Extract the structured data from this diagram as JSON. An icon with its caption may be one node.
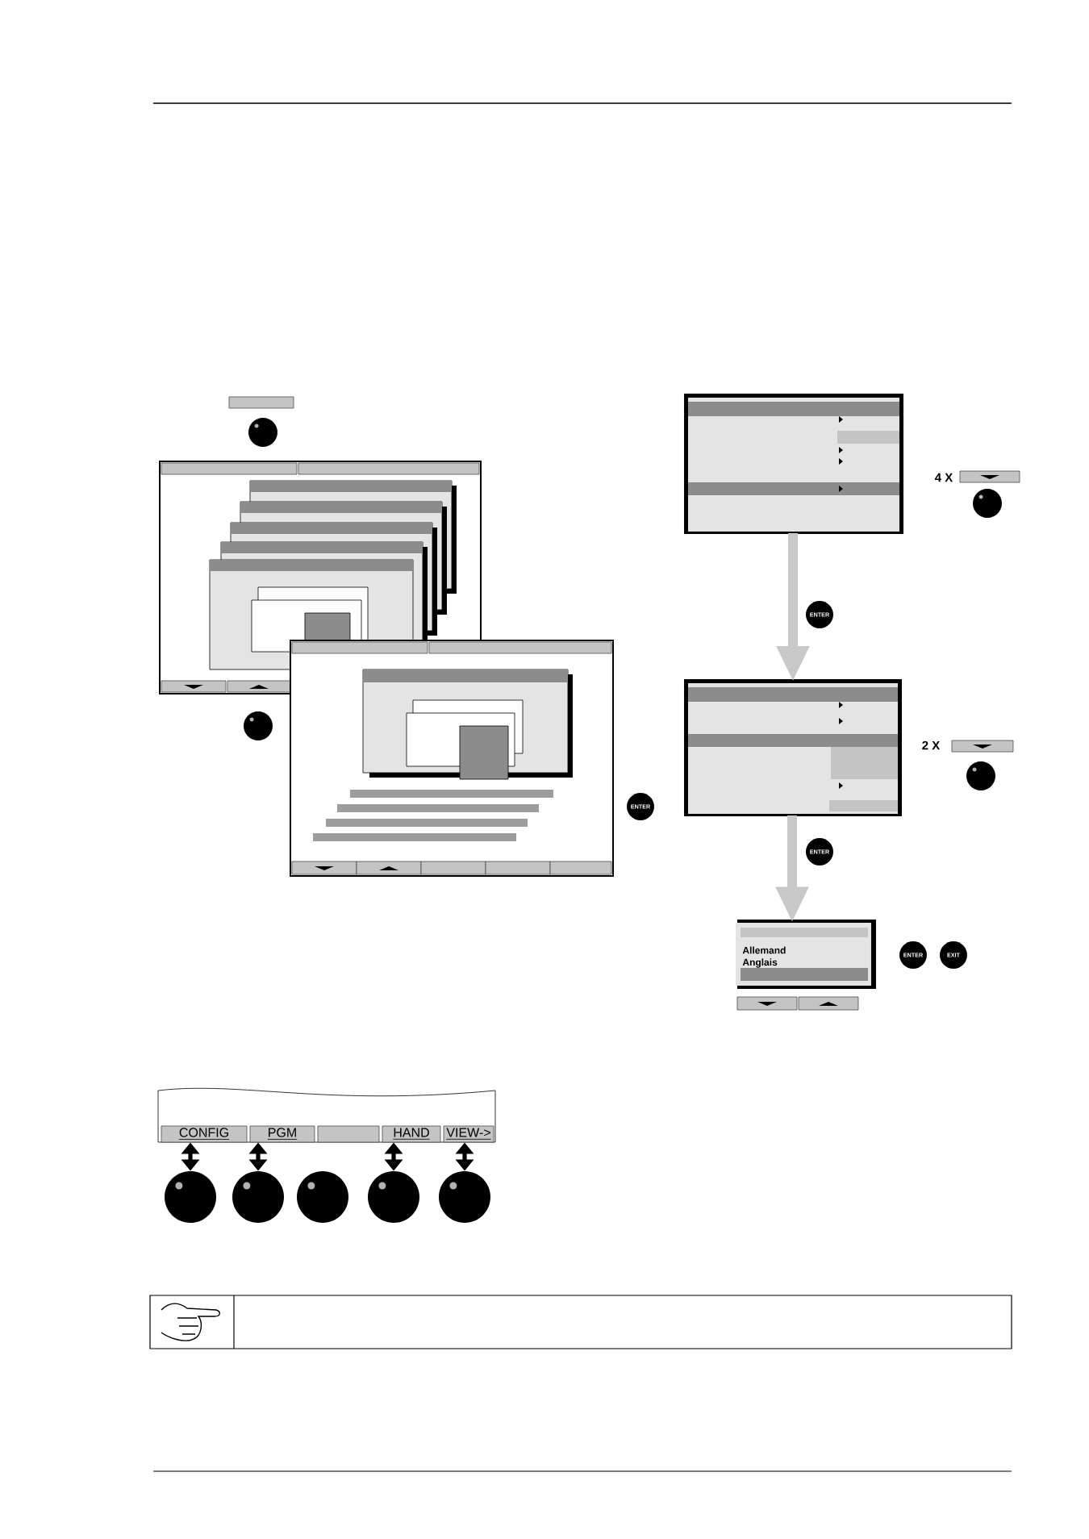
{
  "diagram": {
    "nodes": [
      {
        "text": [],
        "shape": "circle"
      },
      {
        "text": [],
        "shape": "box"
      },
      {
        "text": [],
        "shape": "circle"
      },
      {
        "text": [],
        "shape": "circle"
      },
      {
        "text": [
          "ENTER"
        ]
      },
      {
        "text": [],
        "shape": "box"
      },
      {
        "text": [],
        "shape": "circle"
      },
      {
        "text": [
          "ENTER"
        ]
      },
      {
        "text": [
          "ENTER"
        ]
      },
      {
        "text": [
          "Allemand",
          "Anglais"
        ]
      },
      {
        "text": [
          "ENTER"
        ]
      },
      {
        "text": [
          "EXIT"
        ]
      },
      {
        "text": [
          "CONFIG"
        ]
      },
      {
        "text": [
          "PGM"
        ]
      },
      {
        "text": [],
        "shape": "box"
      },
      {
        "text": [
          "HAND"
        ]
      },
      {
        "text": [
          "VIEW->"
        ]
      },
      {
        "text": [],
        "shape": "circle"
      },
      {
        "text": [],
        "shape": "circle"
      },
      {
        "text": [],
        "shape": "circle"
      },
      {
        "text": [],
        "shape": "circle"
      },
      {
        "text": [],
        "shape": "circle"
      }
    ],
    "edges": [
      {
        "from": 1,
        "to": 5,
        "arrow": "to",
        "style": "thick",
        "color": "#c8c8c8"
      },
      {
        "from": 5,
        "to": 9,
        "arrow": "to",
        "style": "thick",
        "color": "#c8c8c8"
      },
      {
        "from": 12,
        "to": 17,
        "arrow": "both"
      },
      {
        "from": 13,
        "to": 18,
        "arrow": "both"
      },
      {
        "from": 15,
        "to": 20,
        "arrow": "both"
      },
      {
        "from": 16,
        "to": 21,
        "arrow": "both"
      }
    ],
    "labels": [
      "4 X",
      "2 X"
    ]
  }
}
